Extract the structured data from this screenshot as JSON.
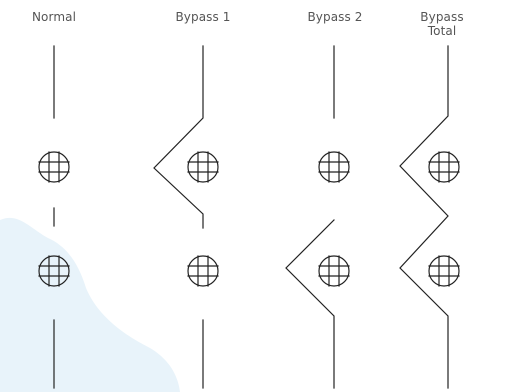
{
  "diagram": {
    "columns": [
      {
        "id": "normal",
        "title_lines": [
          "Normal"
        ]
      },
      {
        "id": "bypass1",
        "title_lines": [
          "Bypass 1"
        ]
      },
      {
        "id": "bypass2",
        "title_lines": [
          "Bypass 2"
        ]
      },
      {
        "id": "bypass_total",
        "title_lines": [
          "Bypass",
          "Total"
        ]
      }
    ]
  },
  "colors": {
    "line": "#222222",
    "label": "#555555",
    "background_blob": "#e8f3fa"
  }
}
